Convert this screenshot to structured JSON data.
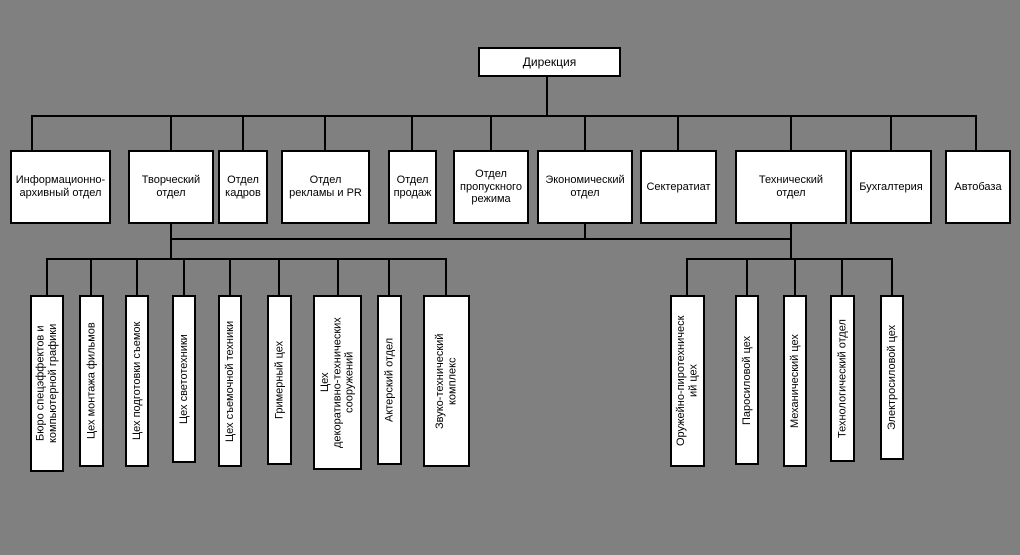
{
  "colors": {
    "background": "#808080",
    "box_background": "#ffffff",
    "box_border": "#000000",
    "connector": "#000000",
    "text": "#000000"
  },
  "root": {
    "label": "Дирекция"
  },
  "departments": [
    {
      "label": "Информационно-\nархивный отдел"
    },
    {
      "label": "Творческий\nотдел"
    },
    {
      "label": "Отдел\nкадров"
    },
    {
      "label": "Отдел\nрекламы и PR"
    },
    {
      "label": "Отдел\nпродаж"
    },
    {
      "label": "Отдел\nпропускного\nрежима"
    },
    {
      "label": "Экономический\nотдел"
    },
    {
      "label": "Сектератиат"
    },
    {
      "label": "Технический\nотдел"
    },
    {
      "label": "Бухгалтерия"
    },
    {
      "label": "Автобаза"
    }
  ],
  "creative_units": [
    {
      "label": "Бюро спецэффектов и\nкомпьютерной графики"
    },
    {
      "label": "Цех монтажа фильмов"
    },
    {
      "label": "Цех подготовки съемок"
    },
    {
      "label": "Цех светотехники"
    },
    {
      "label": "Цех съемочной техники"
    },
    {
      "label": "Гримерный цех"
    },
    {
      "label": "Цех\nдекоративно-технических\nсооружений"
    },
    {
      "label": "Актерский отдел"
    },
    {
      "label": "Звуко-технический\nкомплекс"
    }
  ],
  "technical_units": [
    {
      "label": "Оружейно-пиротехническ\nий цех"
    },
    {
      "label": "Паросиловой цех"
    },
    {
      "label": "Механический цех"
    },
    {
      "label": "Технологический отдел"
    },
    {
      "label": "Электросиловой цех"
    }
  ]
}
